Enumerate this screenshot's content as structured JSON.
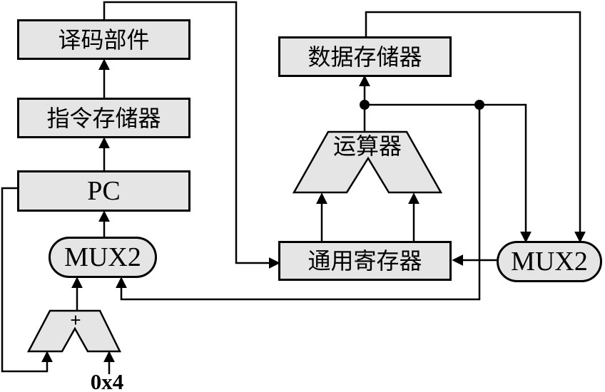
{
  "figure": {
    "colors": {
      "background": "#ffffff",
      "node_fill": "#e5e5e5",
      "line": "#000000"
    }
  },
  "nodes": {
    "decode_unit": "译码部件",
    "instruction_memory": "指令存储器",
    "pc": "PC",
    "mux_pc": "MUX2",
    "adder_operator": "+",
    "const_value": "0x4",
    "data_memory": "数据存储器",
    "alu": "运算器",
    "register_file": "通用寄存器",
    "mux_wb": "MUX2"
  },
  "edges": [
    {
      "from": "instruction_memory",
      "to": "decode_unit"
    },
    {
      "from": "pc",
      "to": "instruction_memory"
    },
    {
      "from": "mux_pc",
      "to": "pc"
    },
    {
      "from": "decode_unit",
      "to": "register_file"
    },
    {
      "from": "pc",
      "to": "adder"
    },
    {
      "from": "const_value",
      "to": "adder"
    },
    {
      "from": "adder",
      "to": "mux_pc"
    },
    {
      "from": "alu",
      "to": "data_memory"
    },
    {
      "from": "alu",
      "to": "mux_pc"
    },
    {
      "from": "alu",
      "to": "mux_wb"
    },
    {
      "from": "data_memory",
      "to": "mux_wb"
    },
    {
      "from": "mux_wb",
      "to": "register_file"
    },
    {
      "from": "register_file",
      "to": "alu"
    },
    {
      "from": "register_file",
      "to": "alu"
    }
  ]
}
